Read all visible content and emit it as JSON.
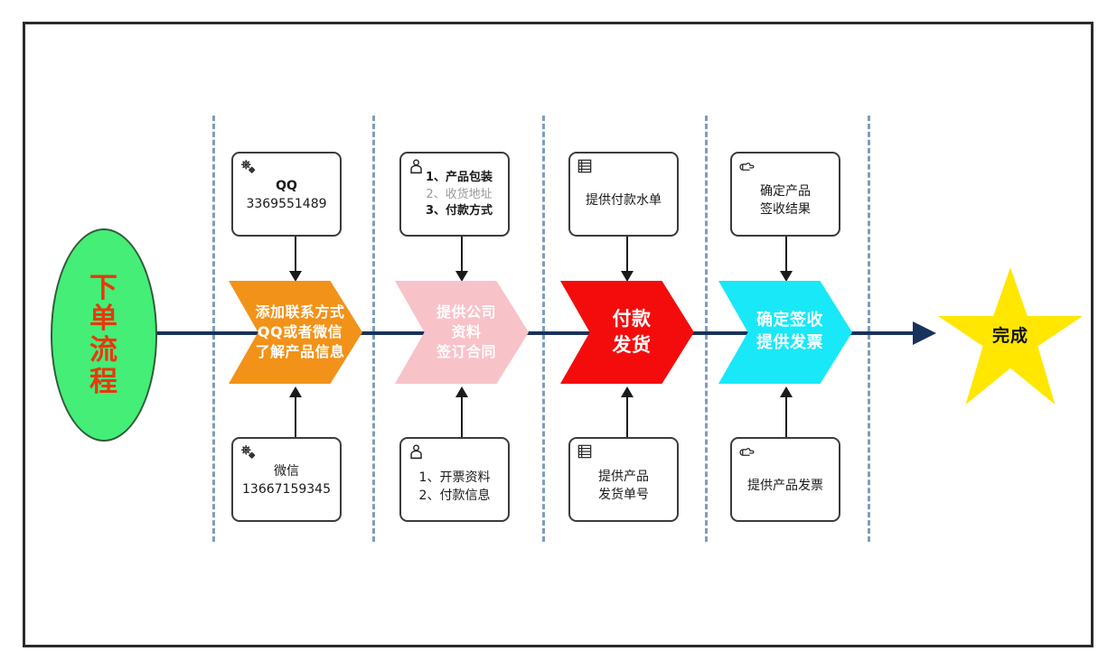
{
  "diagram": {
    "title": "下单流程",
    "start": {
      "label": "下单流程",
      "lines": [
        "下",
        "单",
        "流",
        "程"
      ],
      "fill": "#44ee77",
      "text_color": "#e8380d"
    },
    "end": {
      "label": "完成",
      "fill": "#ffe700",
      "text_color": "#101010"
    },
    "flow_line_color": "#17325c",
    "lane_line_color": "#7f9dbb",
    "stages": [
      {
        "id": "stage-1",
        "chevron": {
          "lines": [
            "添加联系方式",
            "QQ或者微信",
            "了解产品信息"
          ],
          "fill": "#f29219"
        },
        "note_top": {
          "icon": "gears-icon",
          "lines": [
            {
              "text": "QQ",
              "style": "bold"
            },
            {
              "text": "3369551489",
              "style": "normal"
            }
          ]
        },
        "note_bottom": {
          "icon": "gears-icon",
          "lines": [
            {
              "text": "微信",
              "style": "normal"
            },
            {
              "text": "13667159345",
              "style": "normal"
            }
          ]
        }
      },
      {
        "id": "stage-2",
        "chevron": {
          "lines": [
            "提供公司",
            "资料",
            "签订合同"
          ],
          "fill": "#f8c2c9"
        },
        "note_top": {
          "icon": "person-bag-icon",
          "lines": [
            {
              "text": "1、产品包装",
              "style": "bold"
            },
            {
              "text": "2、收货地址",
              "style": "gray"
            },
            {
              "text": "3、付款方式",
              "style": "bold"
            }
          ]
        },
        "note_bottom": {
          "icon": "person-bag-icon",
          "lines": [
            {
              "text": "1、开票资料",
              "style": "normal"
            },
            {
              "text": "2、付款信息",
              "style": "normal"
            }
          ]
        }
      },
      {
        "id": "stage-3",
        "chevron": {
          "lines": [
            "付款",
            "发货"
          ],
          "fill": "#f40c0c"
        },
        "note_top": {
          "icon": "document-list-icon",
          "lines": [
            {
              "text": "提供付款水单",
              "style": "normal"
            }
          ]
        },
        "note_bottom": {
          "icon": "document-list-icon",
          "lines": [
            {
              "text": "提供产品",
              "style": "normal"
            },
            {
              "text": "发货单号",
              "style": "normal"
            }
          ]
        }
      },
      {
        "id": "stage-4",
        "chevron": {
          "lines": [
            "确定签收",
            "提供发票"
          ],
          "fill": "#18e8f8"
        },
        "note_top": {
          "icon": "pointing-hand-icon",
          "lines": [
            {
              "text": "确定产品",
              "style": "normal"
            },
            {
              "text": "签收结果",
              "style": "normal"
            }
          ]
        },
        "note_bottom": {
          "icon": "pointing-hand-icon",
          "lines": [
            {
              "text": "提供产品发票",
              "style": "normal"
            }
          ]
        }
      }
    ]
  }
}
